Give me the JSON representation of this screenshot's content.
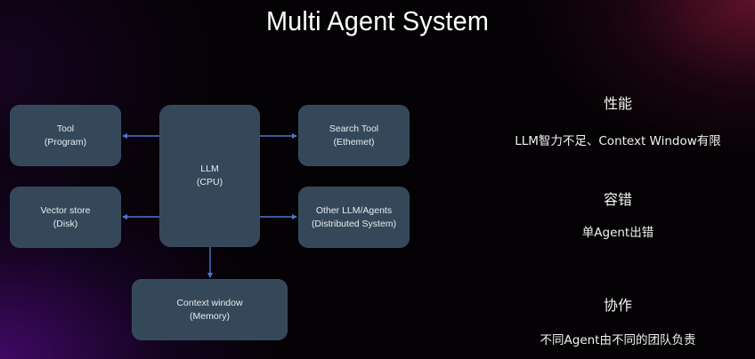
{
  "slide": {
    "title": "Multi Agent System"
  },
  "diagram": {
    "nodes": {
      "tool": {
        "line1": "Tool",
        "line2": "(Program)"
      },
      "vector_store": {
        "line1": "Vector store",
        "line2": "(Disk)"
      },
      "llm": {
        "line1": "LLM",
        "line2": "(CPU)"
      },
      "search_tool": {
        "line1": "Search Tool",
        "line2": "(Ethemet)"
      },
      "other_agents": {
        "line1": "Other LLM/Agents",
        "line2": "(Distributed System)"
      },
      "context_window": {
        "line1": "Context window",
        "line2": "(Memory)"
      }
    },
    "edges": [
      {
        "from": "llm",
        "to": "tool"
      },
      {
        "from": "llm",
        "to": "vector_store"
      },
      {
        "from": "llm",
        "to": "search_tool"
      },
      {
        "from": "llm",
        "to": "other_agents"
      },
      {
        "from": "llm",
        "to": "context_window"
      }
    ],
    "colors": {
      "node_fill": "#34485a",
      "arrow": "#4a78d0"
    }
  },
  "reasons": [
    {
      "heading": "性能",
      "detail": "LLM智力不足、Context Window有限"
    },
    {
      "heading": "容错",
      "detail": "单Agent出错"
    },
    {
      "heading": "协作",
      "detail": "不同Agent由不同的团队负责"
    }
  ]
}
